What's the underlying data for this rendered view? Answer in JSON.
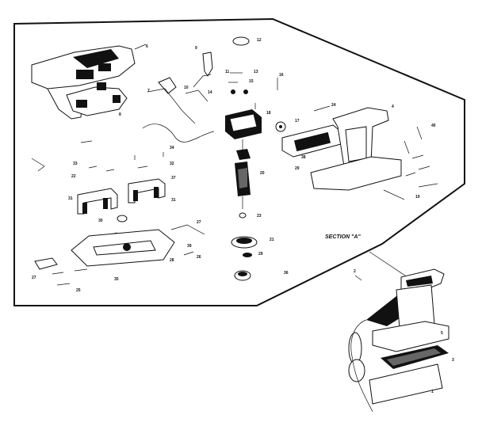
{
  "section_label": "SECTION \"A\"",
  "part_numbers": [
    {
      "id": "p6a",
      "text": "6"
    },
    {
      "id": "p12",
      "text": "12"
    },
    {
      "id": "p9",
      "text": "9"
    },
    {
      "id": "p11",
      "text": "11"
    },
    {
      "id": "p13",
      "text": "13"
    },
    {
      "id": "p15",
      "text": "15"
    },
    {
      "id": "p16",
      "text": "16"
    },
    {
      "id": "p14",
      "text": "14"
    },
    {
      "id": "p10",
      "text": "10"
    },
    {
      "id": "p7",
      "text": "7"
    },
    {
      "id": "p8",
      "text": "8"
    },
    {
      "id": "p18",
      "text": "18"
    },
    {
      "id": "p17",
      "text": "17"
    },
    {
      "id": "p24",
      "text": "24"
    },
    {
      "id": "p4",
      "text": "4"
    },
    {
      "id": "p40",
      "text": "40"
    },
    {
      "id": "p38",
      "text": "38"
    },
    {
      "id": "p29a",
      "text": "29"
    },
    {
      "id": "p19",
      "text": "19"
    },
    {
      "id": "p20",
      "text": "20"
    },
    {
      "id": "p23",
      "text": "23"
    },
    {
      "id": "p21",
      "text": "21"
    },
    {
      "id": "p22",
      "text": "22"
    },
    {
      "id": "p34",
      "text": "34"
    },
    {
      "id": "p29b",
      "text": "29"
    },
    {
      "id": "p30",
      "text": "30"
    },
    {
      "id": "p33",
      "text": "33"
    },
    {
      "id": "p35",
      "text": "35"
    },
    {
      "id": "p32",
      "text": "32"
    },
    {
      "id": "p37",
      "text": "37"
    },
    {
      "id": "p31a",
      "text": "31"
    },
    {
      "id": "p31b",
      "text": "31"
    },
    {
      "id": "p39",
      "text": "39"
    },
    {
      "id": "p28",
      "text": "28"
    },
    {
      "id": "p26",
      "text": "26"
    },
    {
      "id": "p27a",
      "text": "27"
    },
    {
      "id": "p25",
      "text": "25"
    },
    {
      "id": "p36",
      "text": "36"
    },
    {
      "id": "p27b",
      "text": "27"
    },
    {
      "id": "p2",
      "text": "2"
    },
    {
      "id": "p3",
      "text": "3"
    },
    {
      "id": "p1",
      "text": "1"
    },
    {
      "id": "p5",
      "text": "5"
    }
  ]
}
